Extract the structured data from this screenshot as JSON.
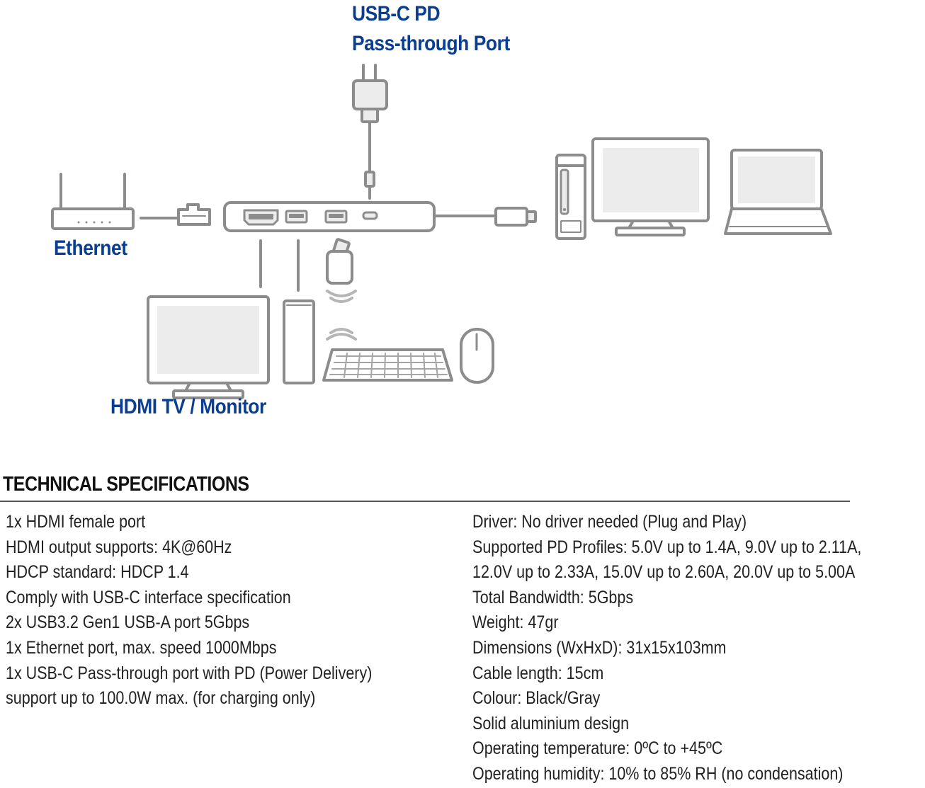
{
  "labels": {
    "usbc_line1": "USB-C PD",
    "usbc_line2": "Pass-through Port",
    "ethernet": "Ethernet",
    "hdmi": "HDMI TV / Monitor"
  },
  "specs": {
    "title": "TECHNICAL SPECIFICATIONS",
    "left": [
      "1x HDMI female port",
      "HDMI output supports: 4K@60Hz",
      "HDCP standard: HDCP 1.4",
      "Comply with USB-C interface specification",
      "2x USB3.2 Gen1 USB-A port 5Gbps",
      "1x Ethernet port, max. speed 1000Mbps",
      "1x USB-C Pass-through port with PD (Power Delivery)",
      "support up to 100.0W max. (for charging only)"
    ],
    "right": [
      "Driver: No driver needed (Plug and Play)",
      "Supported PD Profiles: 5.0V up to 1.4A, 9.0V up to 2.11A,",
      "12.0V up to 2.33A, 15.0V up to 2.60A, 20.0V up to 5.00A",
      "Total Bandwidth: 5Gbps",
      "Weight: 47gr",
      "Dimensions (WxHxD): 31x15x103mm",
      "Cable length: 15cm",
      "Colour: Black/Gray",
      "Solid aluminium design",
      "Operating temperature: 0ºC to +45ºC",
      "Operating humidity: 10% to 85% RH (no condensation)"
    ]
  },
  "colors": {
    "label_blue": "#0b3d91",
    "line_gray": "#8c8c8c",
    "fill_light": "#ececec"
  }
}
